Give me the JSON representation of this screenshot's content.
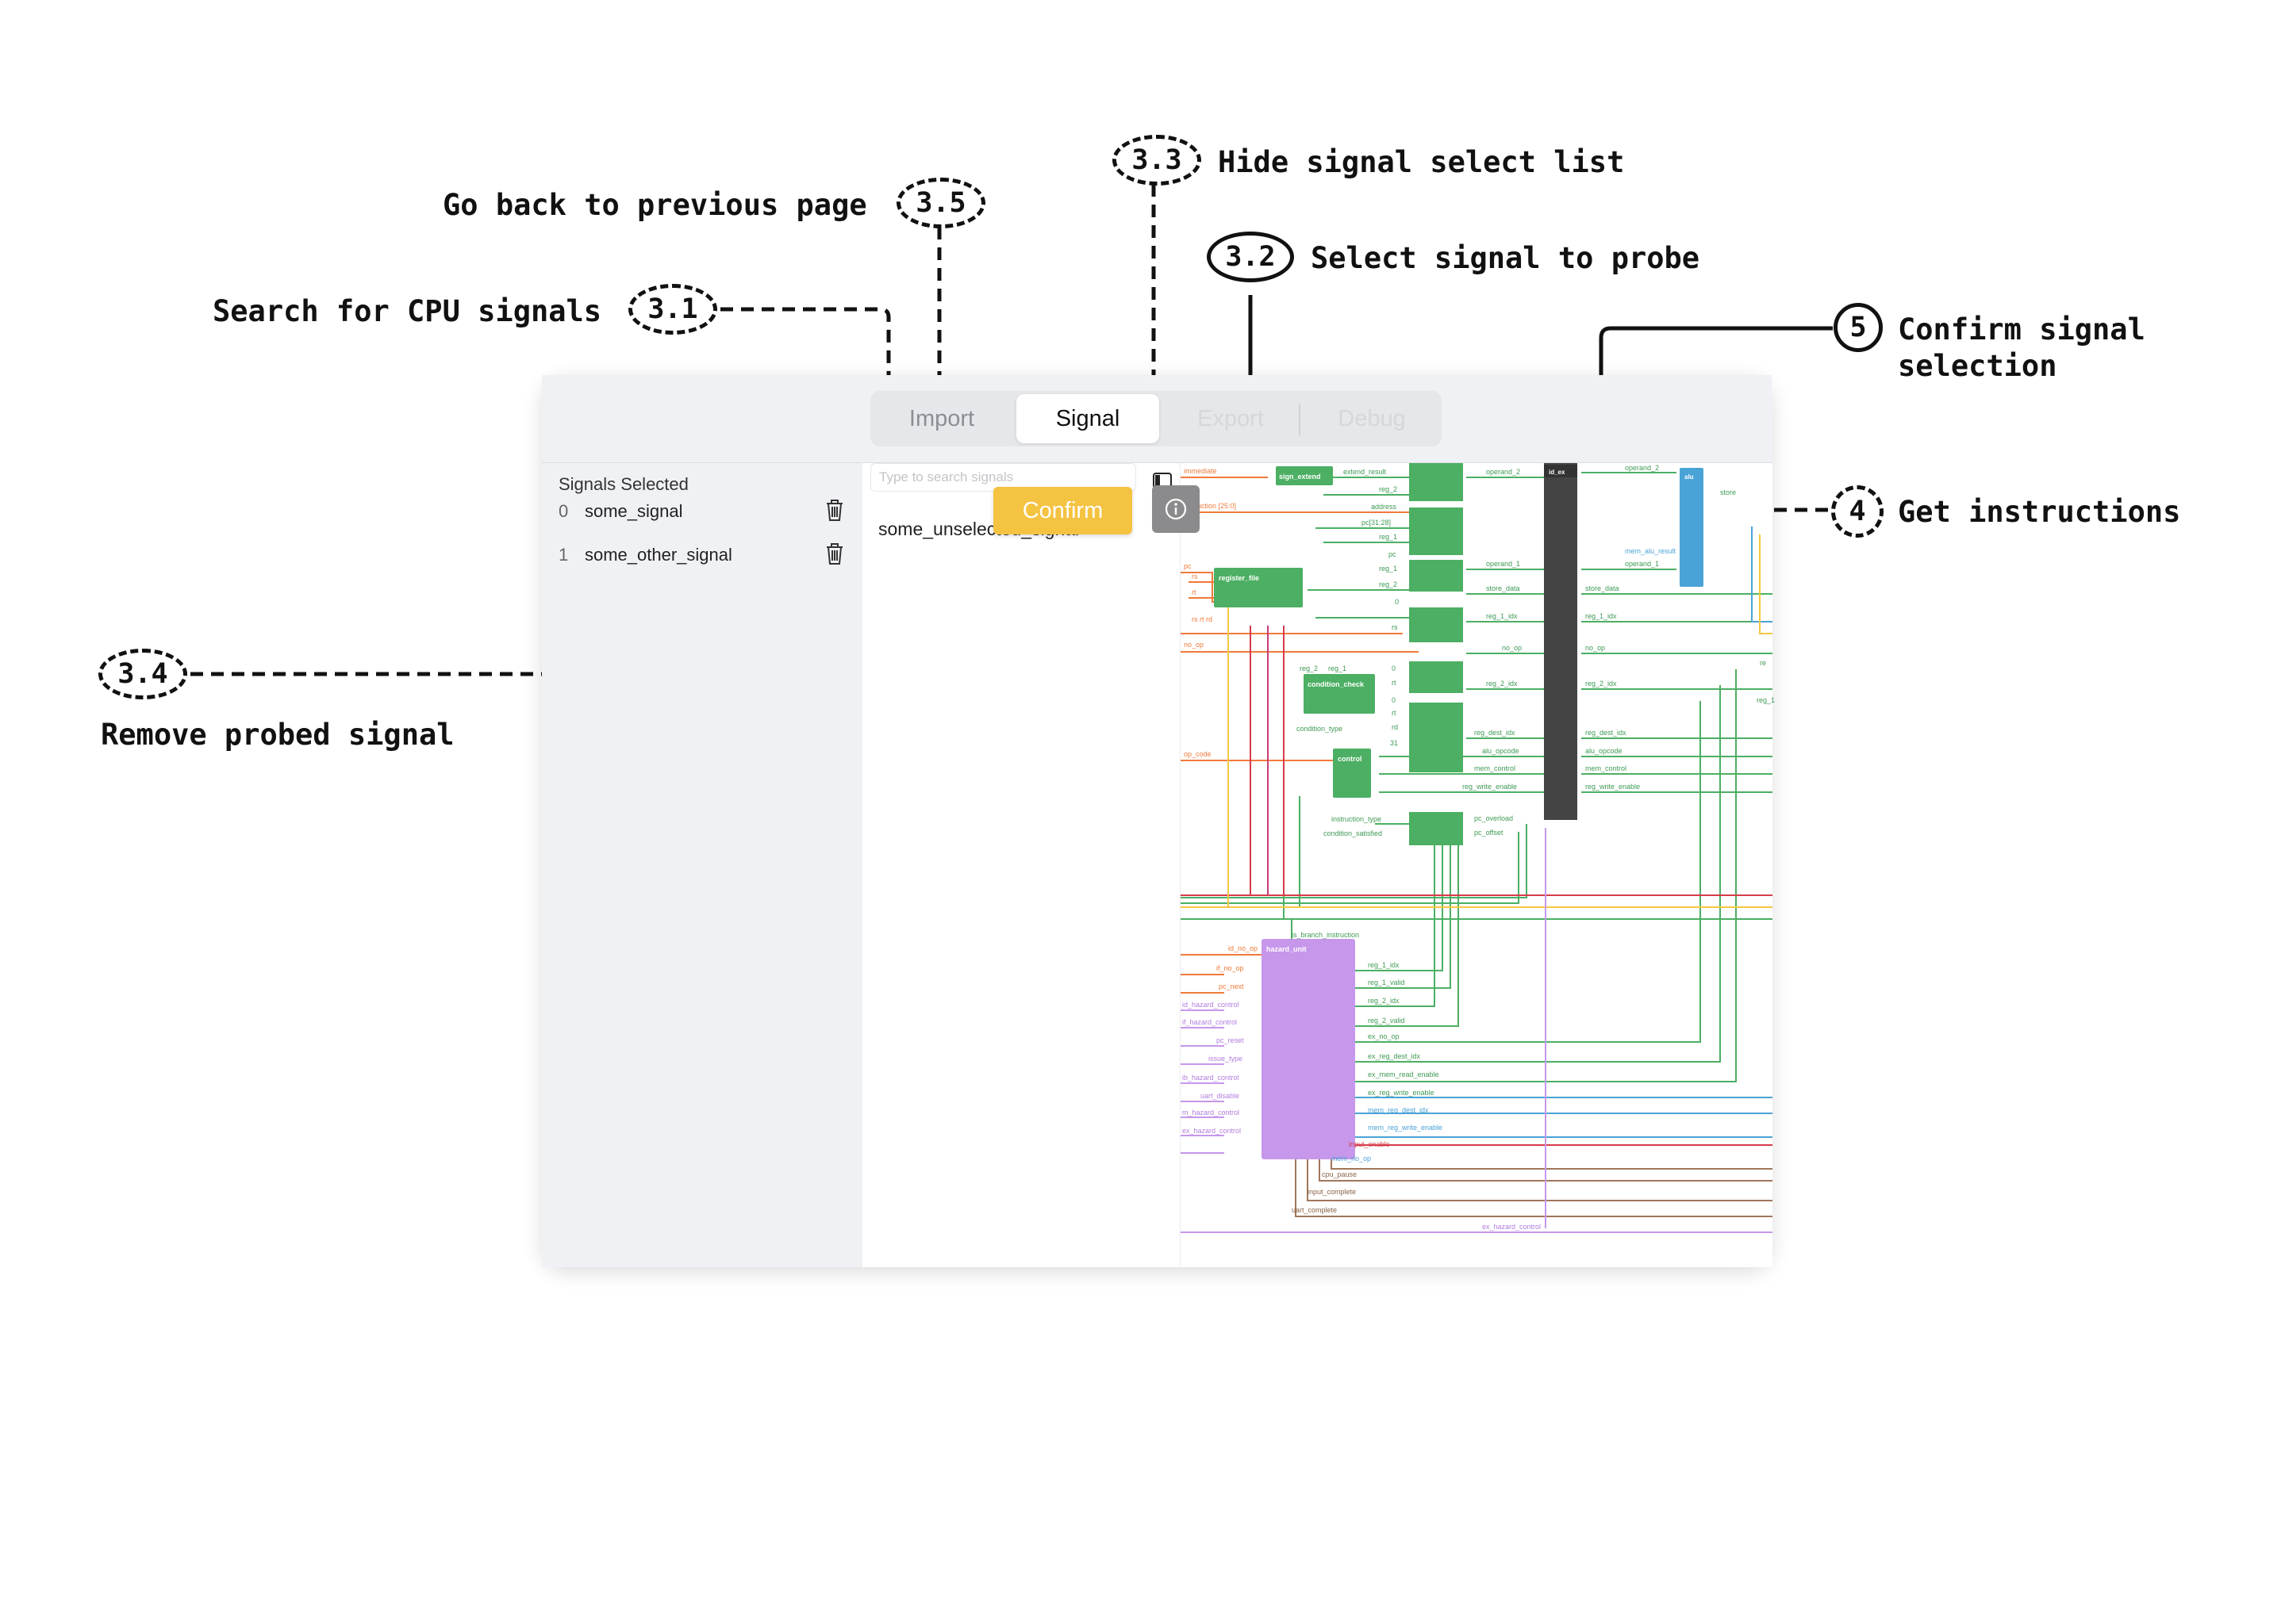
{
  "annotations": {
    "search": {
      "step": "3.1",
      "text": "Search for CPU signals"
    },
    "select": {
      "step": "3.2",
      "text": "Select signal to probe"
    },
    "hide": {
      "step": "3.3",
      "text": "Hide signal select list"
    },
    "remove": {
      "step": "3.4",
      "text": "Remove probed signal"
    },
    "back": {
      "step": "3.5",
      "text": "Go back to previous page"
    },
    "instructions": {
      "step": "4",
      "text": "Get instructions"
    },
    "confirm": {
      "step": "5",
      "text_line1": "Confirm signal",
      "text_line2": "selection"
    }
  },
  "tabs": [
    "Import",
    "Signal",
    "Export",
    "Debug"
  ],
  "active_tab": "Signal",
  "sidebar": {
    "title": "Signals Selected",
    "items": [
      {
        "index": "0",
        "name": "some_signal"
      },
      {
        "index": "1",
        "name": "some_other_signal"
      }
    ]
  },
  "signal_list": {
    "search_placeholder": "Type to search signals",
    "items": [
      {
        "name": "some_unselected_signal"
      }
    ]
  },
  "buttons": {
    "confirm": "Confirm",
    "info_icon": "info-icon",
    "plus": "+"
  },
  "icons": {
    "hide_list": "sidebar-toggle-icon",
    "remove": "trash-icon",
    "add": "plus-icon"
  },
  "colors": {
    "confirm": "#f5c342",
    "info": "#8b8b8d",
    "stage": "#4caf63",
    "hazard": "#c697ea",
    "alu": "#4aa3d6",
    "id_ex": "#444444"
  },
  "diagram": {
    "blocks": {
      "sign_extend": "sign_extend",
      "register_file": "register_file",
      "condition_check": "condition_check",
      "control": "control",
      "id_ex": "id_ex",
      "alu": "alu",
      "hazard_unit": "hazard_unit"
    },
    "left_inputs": [
      "immediate",
      "instruction [25:0]",
      "pc",
      "rs",
      "rt",
      "rs rt rd",
      "no_op",
      "op_code"
    ],
    "mid_labels": [
      "extend_result",
      "reg_2",
      "address",
      "pc[31:28]",
      "reg_1",
      "pc",
      "reg_1",
      "reg_2",
      "0",
      "rs",
      "reg_2",
      "reg_1",
      "0",
      "rt",
      "0",
      "rt",
      "rd",
      "31",
      "condition_type",
      "instruction_type",
      "condition_satisfied"
    ],
    "out_labels": [
      "operand_2",
      "operand_1",
      "store_data",
      "reg_1_idx",
      "no_op",
      "reg_2_idx",
      "reg_dest_idx",
      "alu_opcode",
      "mem_control",
      "reg_write_enable",
      "pc_overload",
      "pc_offset"
    ],
    "right_labels": [
      "operand_2",
      "operand_1",
      "store_data",
      "reg_1_idx",
      "no_op",
      "reg_2_idx",
      "reg_dest_idx",
      "alu_opcode",
      "mem_control",
      "reg_write_enable",
      "mem_alu_result",
      "store",
      "re",
      "reg_1"
    ],
    "hazard_inputs_left": [
      "id_no_op",
      "if_no_op",
      "pc_next",
      "id_hazard_control",
      "if_hazard_control",
      "pc_reset",
      "issue_type",
      "ib_hazard_control",
      "uart_disable",
      "m_hazard_control",
      "ex_hazard_control"
    ],
    "hazard_inputs_right": [
      "reg_1_idx",
      "reg_1_valid",
      "reg_2_idx",
      "reg_2_valid",
      "ex_no_op",
      "ex_reg_dest_idx",
      "ex_mem_read_enable",
      "ex_reg_write_enable",
      "mem_reg_dest_idx",
      "mem_reg_write_enable"
    ],
    "bottom_labels": [
      "input_enable",
      "mem_no_op",
      "cpu_pause",
      "input_complete",
      "uart_complete",
      "ex_hazard_control"
    ],
    "misc_labels": [
      "is_branch_instruction",
      "reg_2",
      "reg_1"
    ]
  }
}
